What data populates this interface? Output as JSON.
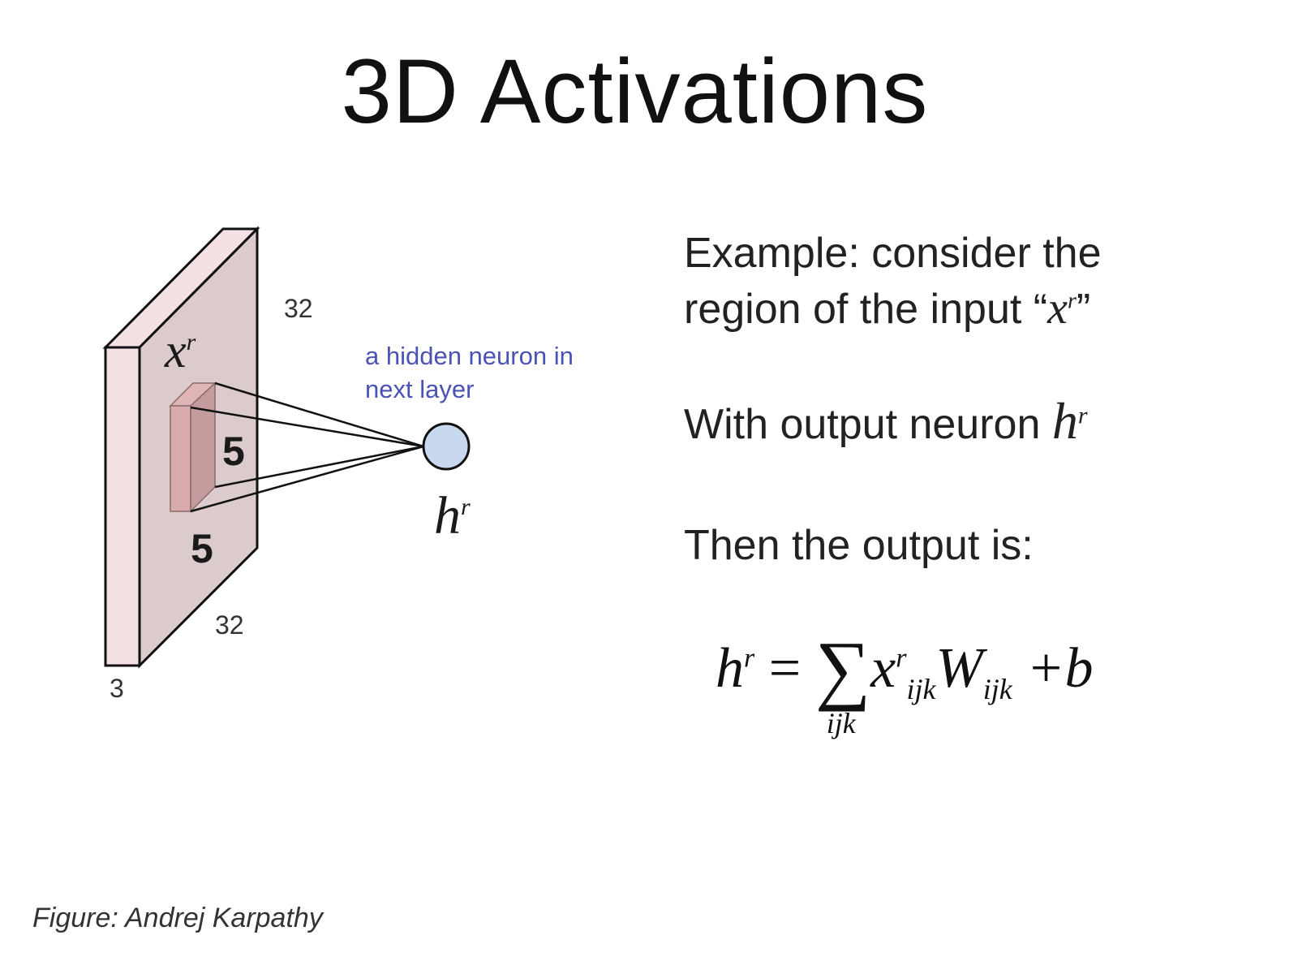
{
  "title": "3D Activations",
  "diagram": {
    "input_height": "32",
    "input_width": "32",
    "input_depth": "3",
    "region_label": "x",
    "region_sup": "r",
    "filter_height": "5",
    "filter_width": "5",
    "neuron_caption_line1": "a hidden neuron in",
    "neuron_caption_line2": "next layer",
    "neuron_label": "h",
    "neuron_sup": "r",
    "colors": {
      "slab_side": "#f5e1e3",
      "slab_face": "#dccbcc",
      "box_front": "#d9abad",
      "box_side": "#c59c9e",
      "neuron": "#c8d8ef",
      "caption": "#4a53b5"
    }
  },
  "text": {
    "line1": "Example: consider the",
    "line2_prefix": "region of the input “",
    "line2_var": "x",
    "line2_sup": "r",
    "line2_suffix": "”",
    "line3": "With output neuron",
    "line3_var": "h",
    "line3_sup": "r",
    "line4": "Then the output is:"
  },
  "formula": {
    "lhs": "h",
    "lhs_sup": "r",
    "equals": "=",
    "sum": "∑",
    "sum_sub": "ijk",
    "x": "x",
    "x_sup": "r",
    "x_sub": "ijk",
    "w": "W",
    "w_sub": "ijk",
    "plus_b": "+b"
  },
  "footer": "Figure: Andrej Karpathy"
}
